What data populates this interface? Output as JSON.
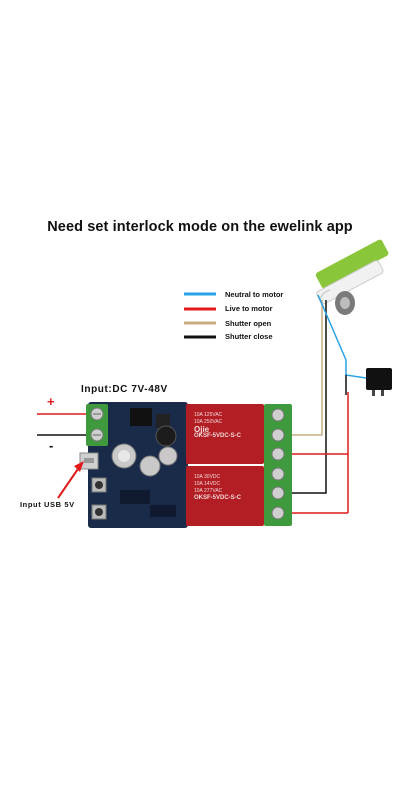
{
  "title": "Need set interlock mode on the ewelink app",
  "legend": [
    {
      "label": "Neutral to motor",
      "color": "#2aa3e6"
    },
    {
      "label": "Live to motor",
      "color": "#e11b1b"
    },
    {
      "label": "Shutter open",
      "color": "#c9ad80"
    },
    {
      "label": "Shutter close",
      "color": "#111111"
    }
  ],
  "input_label": "Input:DC 7V-48V",
  "usb_label": "Input USB 5V",
  "plus_sign": "+",
  "minus_sign": "-",
  "relay_text": {
    "brand": "Ojie",
    "model": "OKSF-5VDC-S-C",
    "rating_line_1": "10A 125VAC",
    "rating_line_2": "10A 250VAC",
    "rating_line_3": "10A 30VDC",
    "rating_line_4": "10A 14VDC",
    "rating_line_5": "10A 277VAC"
  },
  "colors": {
    "board": "#1a2b4a",
    "relay": "#b31e24",
    "terminal": "#3f9a3d",
    "motor": "#8ac63a"
  }
}
